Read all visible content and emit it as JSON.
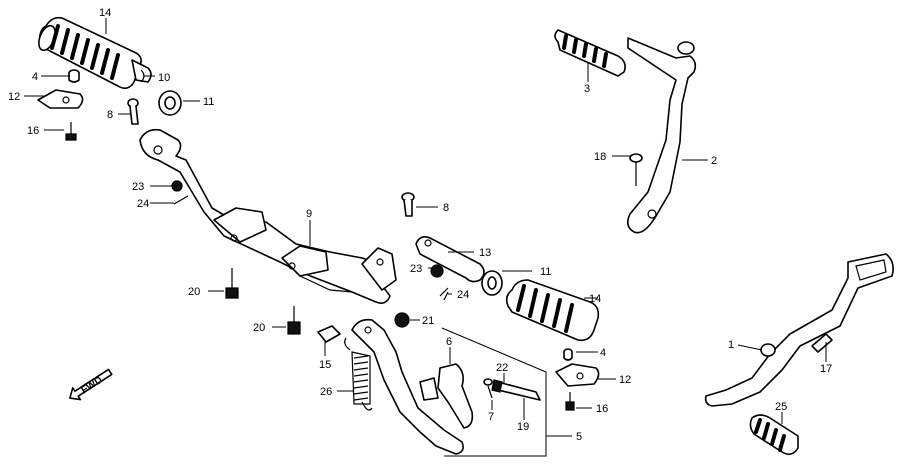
{
  "diagram": {
    "direction_label": "FWD",
    "callouts": [
      {
        "id": "c14a",
        "text": "14"
      },
      {
        "id": "c4a",
        "text": "4"
      },
      {
        "id": "c10",
        "text": "10"
      },
      {
        "id": "c12a",
        "text": "12"
      },
      {
        "id": "c11a",
        "text": "11"
      },
      {
        "id": "c8a",
        "text": "8"
      },
      {
        "id": "c16a",
        "text": "16"
      },
      {
        "id": "c23a",
        "text": "23"
      },
      {
        "id": "c24a",
        "text": "24"
      },
      {
        "id": "c9",
        "text": "9"
      },
      {
        "id": "c8b",
        "text": "8"
      },
      {
        "id": "c13",
        "text": "13"
      },
      {
        "id": "c23b",
        "text": "23"
      },
      {
        "id": "c11b",
        "text": "11"
      },
      {
        "id": "c24b",
        "text": "24"
      },
      {
        "id": "c14b",
        "text": "14"
      },
      {
        "id": "c20a",
        "text": "20"
      },
      {
        "id": "c20b",
        "text": "20"
      },
      {
        "id": "c21",
        "text": "21"
      },
      {
        "id": "c15",
        "text": "15"
      },
      {
        "id": "c6",
        "text": "6"
      },
      {
        "id": "c4b",
        "text": "4"
      },
      {
        "id": "c22",
        "text": "22"
      },
      {
        "id": "c12b",
        "text": "12"
      },
      {
        "id": "c26",
        "text": "26"
      },
      {
        "id": "c7",
        "text": "7"
      },
      {
        "id": "c16b",
        "text": "16"
      },
      {
        "id": "c19",
        "text": "19"
      },
      {
        "id": "c5",
        "text": "5"
      },
      {
        "id": "c3",
        "text": "3"
      },
      {
        "id": "c18",
        "text": "18"
      },
      {
        "id": "c2",
        "text": "2"
      },
      {
        "id": "c1",
        "text": "1"
      },
      {
        "id": "c17",
        "text": "17"
      },
      {
        "id": "c25",
        "text": "25"
      }
    ]
  }
}
